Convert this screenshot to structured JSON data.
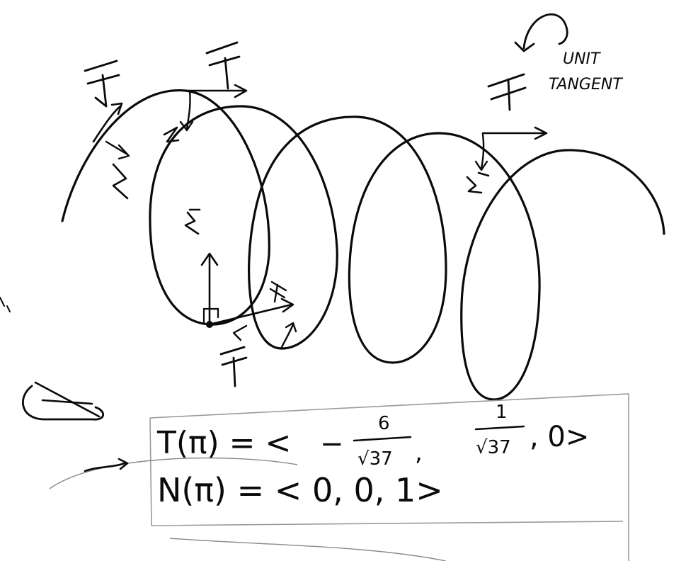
{
  "annotation": {
    "line1": "UNIT",
    "line2": "TANGENT"
  },
  "vector_labels": {
    "tangent": "T",
    "normal": "N"
  },
  "equations": {
    "tangent": {
      "lhs": "T(π) = <",
      "x_num": "6",
      "x_den": "√37",
      "y_num": "1",
      "y_den": "√37",
      "tail": ", 0>"
    },
    "normal": {
      "text": "N(π) = < 0, 0, 1>"
    }
  },
  "colors": {
    "ink": "#0a0a0a",
    "paper": "#ffffff",
    "box": "#9a9a9a"
  }
}
